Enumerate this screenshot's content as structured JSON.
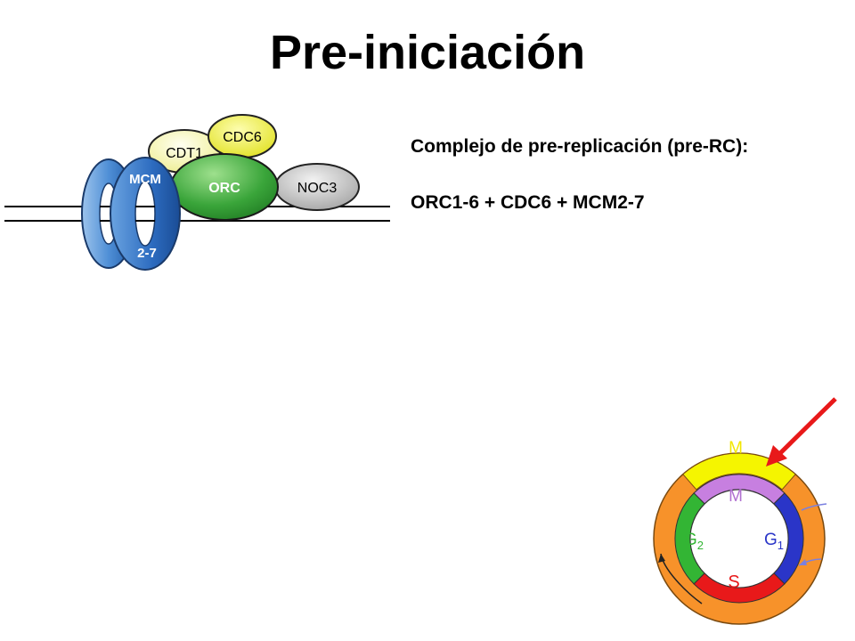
{
  "title": "Pre-iniciación",
  "description": {
    "heading": "Complejo de pre-replicación (pre-RC):",
    "formula": "ORC1-6 + CDC6 + MCM2-7"
  },
  "complex_diagram": {
    "proteins": {
      "mcm_top": "MCM",
      "mcm_bottom": "2-7",
      "orc": "ORC",
      "cdt1": "CDT1",
      "cdc6": "CDC6",
      "noc3": "NOC3"
    },
    "colors": {
      "mcm": "#3f7dc4",
      "orc": "#3aa53a",
      "cdt1": "#f5f59a",
      "cdc6": "#ecec3a",
      "noc3": "#b8b8b8",
      "dna": "#000000"
    }
  },
  "cell_cycle_diagram": {
    "outer_phase_label": "M",
    "phases": {
      "m": "M",
      "g2": "G",
      "g2_sub": "2",
      "g1": "G",
      "g1_sub": "1",
      "s": "S"
    },
    "colors": {
      "outer_ring": "#f7922a",
      "outer_m_segment": "#f5f500",
      "m": "#c77fe0",
      "g1": "#2a35c8",
      "s": "#e8191a",
      "g2": "#33b534",
      "pointer_arrow": "#e8191a",
      "flow_arrows": "#7a80e0"
    }
  }
}
